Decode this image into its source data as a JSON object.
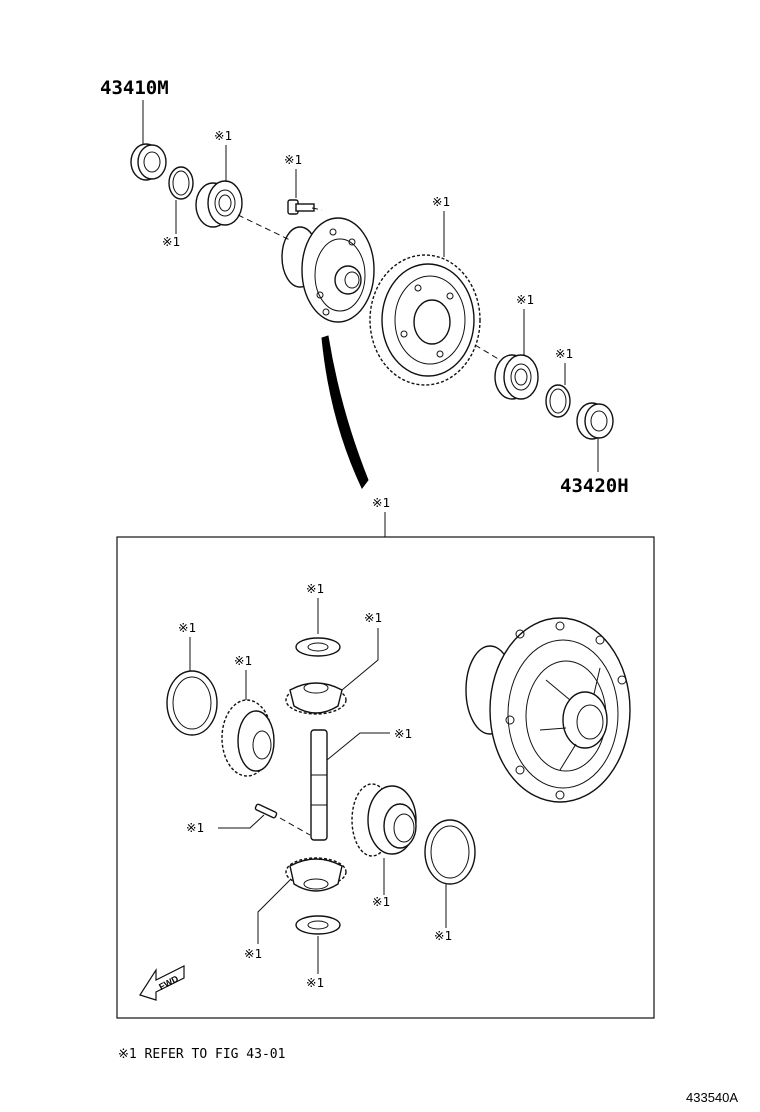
{
  "parts": {
    "bearing_left": "43410M",
    "bearing_right": "43420H"
  },
  "ref_mark": "※1",
  "note": "※1 REFER TO FIG 43-01",
  "fwd_label": "FWD",
  "figure_code": "433540A"
}
